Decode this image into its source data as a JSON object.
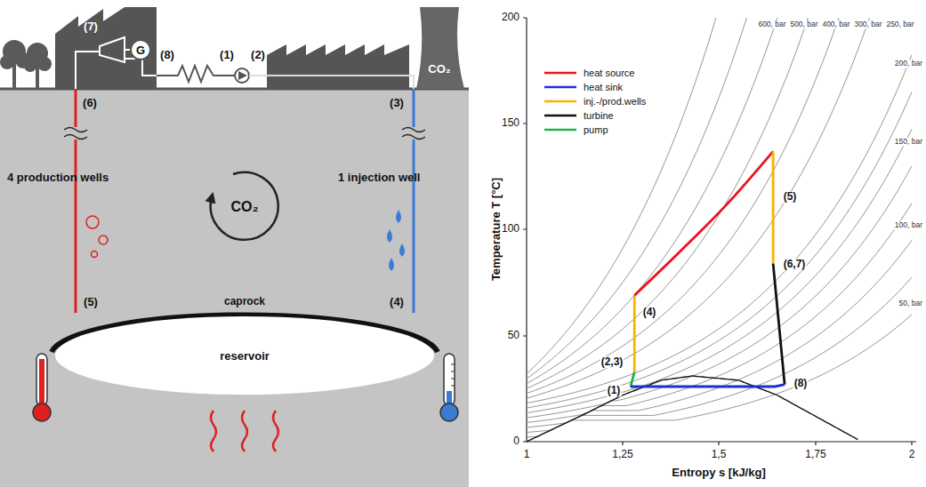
{
  "diagram": {
    "nodes": [
      {
        "text": [
          "G"
        ]
      },
      {
        "text": [
          "reservoir"
        ]
      }
    ],
    "labels": [
      "(7)",
      "(8)",
      "(1)",
      "(2)",
      "CO₂",
      "(6)",
      "(3)",
      "4 production wells",
      "1 injection well",
      "CO₂",
      "(5)",
      "(4)",
      "caprock",
      "Temperature T [°C]",
      "Entropy s [kJ/kg]",
      "0",
      "50",
      "100",
      "150",
      "200",
      "1",
      "1,25",
      "1,5",
      "1,75",
      "2",
      "(5)",
      "(4)",
      "(6,7)",
      "(2,3)",
      "(1)",
      "(8)",
      "600, bar",
      "500, bar",
      "400, bar",
      "300, bar",
      "250, bar",
      "200, bar",
      "150, bar",
      "100, bar",
      "50, bar"
    ],
    "legend": [
      {
        "text": "heat source"
      },
      {
        "text": "heat sink"
      },
      {
        "text": "inj.-/prod.wells"
      },
      {
        "text": "turbine"
      },
      {
        "text": "pump"
      }
    ]
  }
}
